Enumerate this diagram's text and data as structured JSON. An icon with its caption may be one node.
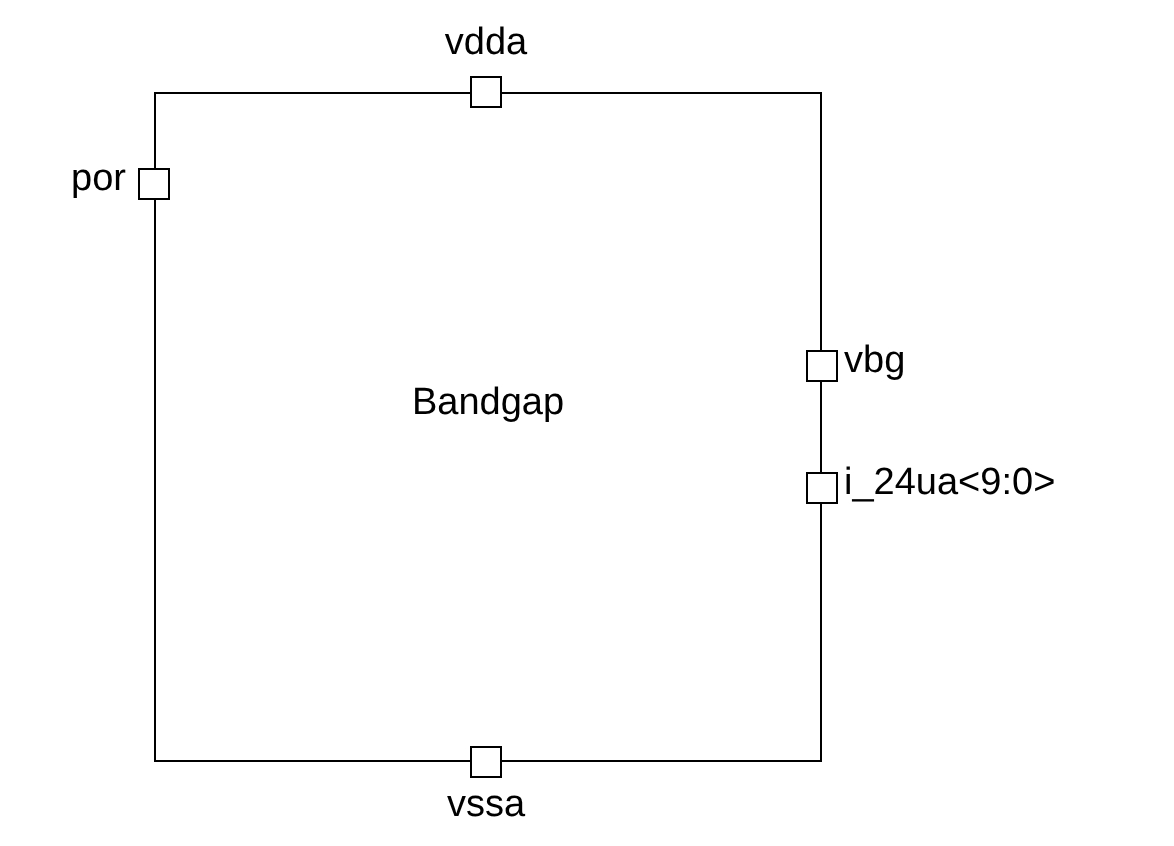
{
  "diagram": {
    "nodes": [
      {
        "text": [
          "Bandgap"
        ]
      },
      {
        "text": [],
        "shape": "box",
        "beside": [
          "vdda"
        ]
      },
      {
        "text": [],
        "shape": "box",
        "beside": [
          "por"
        ]
      },
      {
        "text": [],
        "shape": "box",
        "beside": [
          "vbg"
        ]
      },
      {
        "text": [],
        "shape": "box",
        "beside": [
          "i_24ua<9:0>"
        ]
      },
      {
        "text": [],
        "shape": "box",
        "beside": [
          "vssa"
        ]
      }
    ]
  }
}
